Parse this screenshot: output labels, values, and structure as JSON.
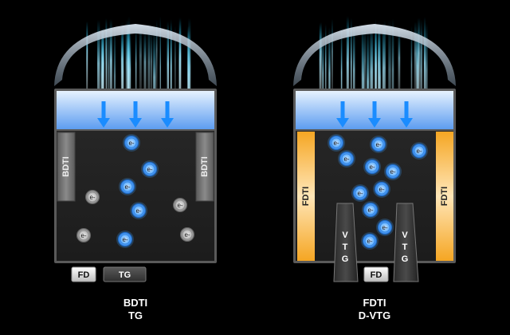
{
  "left": {
    "isolation_label": "BDTI",
    "fd_label": "FD",
    "gate_label": "TG",
    "caption_line1": "BDTI",
    "caption_line2": "TG"
  },
  "right": {
    "isolation_label": "FDTI",
    "fd_label": "FD",
    "gate_label_chars": [
      "V",
      "T",
      "G"
    ],
    "caption_line1": "FDTI",
    "caption_line2": "D-VTG"
  },
  "electron_label": "e-",
  "colors": {
    "electron_blue": "#4aa3ff",
    "electron_gray": "#9a9a9a",
    "fdti_orange": "#f5a623",
    "light_blue": "#5ab0ff"
  }
}
